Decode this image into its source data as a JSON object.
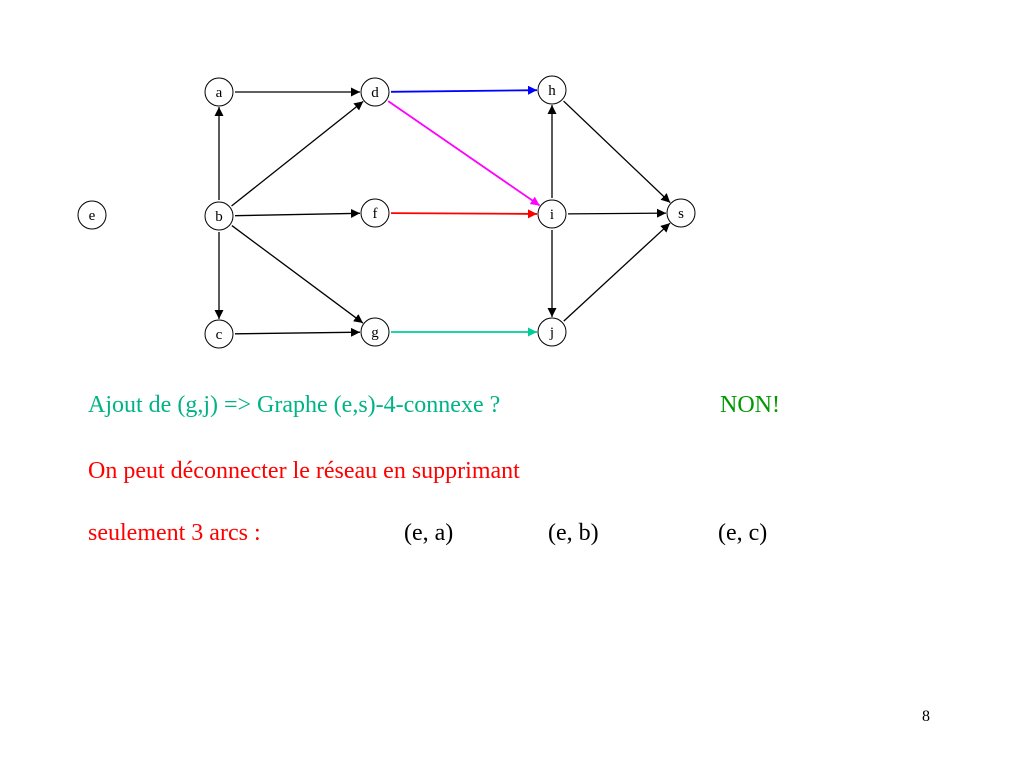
{
  "graph": {
    "nodes": [
      {
        "id": "a",
        "label": "a"
      },
      {
        "id": "d",
        "label": "d"
      },
      {
        "id": "h",
        "label": "h"
      },
      {
        "id": "e",
        "label": "e"
      },
      {
        "id": "b",
        "label": "b"
      },
      {
        "id": "f",
        "label": "f"
      },
      {
        "id": "i",
        "label": "i"
      },
      {
        "id": "s",
        "label": "s"
      },
      {
        "id": "c",
        "label": "c"
      },
      {
        "id": "g",
        "label": "g"
      },
      {
        "id": "j",
        "label": "j"
      }
    ],
    "edges": [
      {
        "from": "a",
        "to": "d",
        "color": "#000000"
      },
      {
        "from": "b",
        "to": "a",
        "color": "#000000"
      },
      {
        "from": "b",
        "to": "d",
        "color": "#000000"
      },
      {
        "from": "b",
        "to": "f",
        "color": "#000000"
      },
      {
        "from": "b",
        "to": "g",
        "color": "#000000"
      },
      {
        "from": "b",
        "to": "c",
        "color": "#000000"
      },
      {
        "from": "c",
        "to": "g",
        "color": "#000000"
      },
      {
        "from": "d",
        "to": "h",
        "color": "#0000ff"
      },
      {
        "from": "d",
        "to": "i",
        "color": "#ff00ff"
      },
      {
        "from": "f",
        "to": "i",
        "color": "#ff0000"
      },
      {
        "from": "g",
        "to": "j",
        "color": "#00cc99"
      },
      {
        "from": "i",
        "to": "h",
        "color": "#000000"
      },
      {
        "from": "i",
        "to": "s",
        "color": "#000000"
      },
      {
        "from": "i",
        "to": "j",
        "color": "#000000"
      },
      {
        "from": "h",
        "to": "s",
        "color": "#000000"
      },
      {
        "from": "j",
        "to": "s",
        "color": "#000000"
      }
    ]
  },
  "text": {
    "question": "Ajout de (g,j) => Graphe (e,s)-4-connexe ?",
    "answer": "NON!",
    "line1": "On peut déconnecter le réseau en supprimant",
    "line2_label": "seulement 3 arcs :",
    "arcs": [
      "(e, a)",
      "(e, b)",
      "(e, c)"
    ],
    "page_number": "8"
  },
  "colors": {
    "question": "#00b386",
    "answer": "#009900",
    "explanation": "#ff0000",
    "arcs_text": "#000000"
  }
}
